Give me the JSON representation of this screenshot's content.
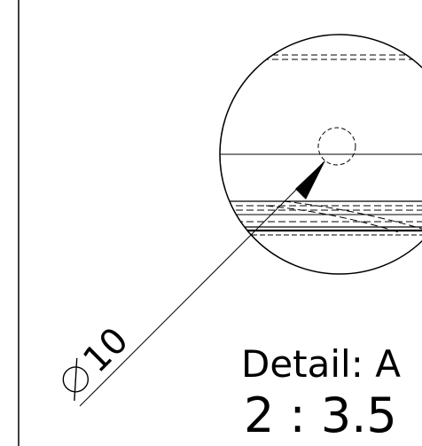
{
  "drawing": {
    "dimension_text": "10",
    "dimension_symbol": "diameter",
    "detail_label": "Detail: A",
    "detail_scale": "2 : 3.5"
  },
  "colors": {
    "line": "#000000",
    "background": "#ffffff"
  }
}
